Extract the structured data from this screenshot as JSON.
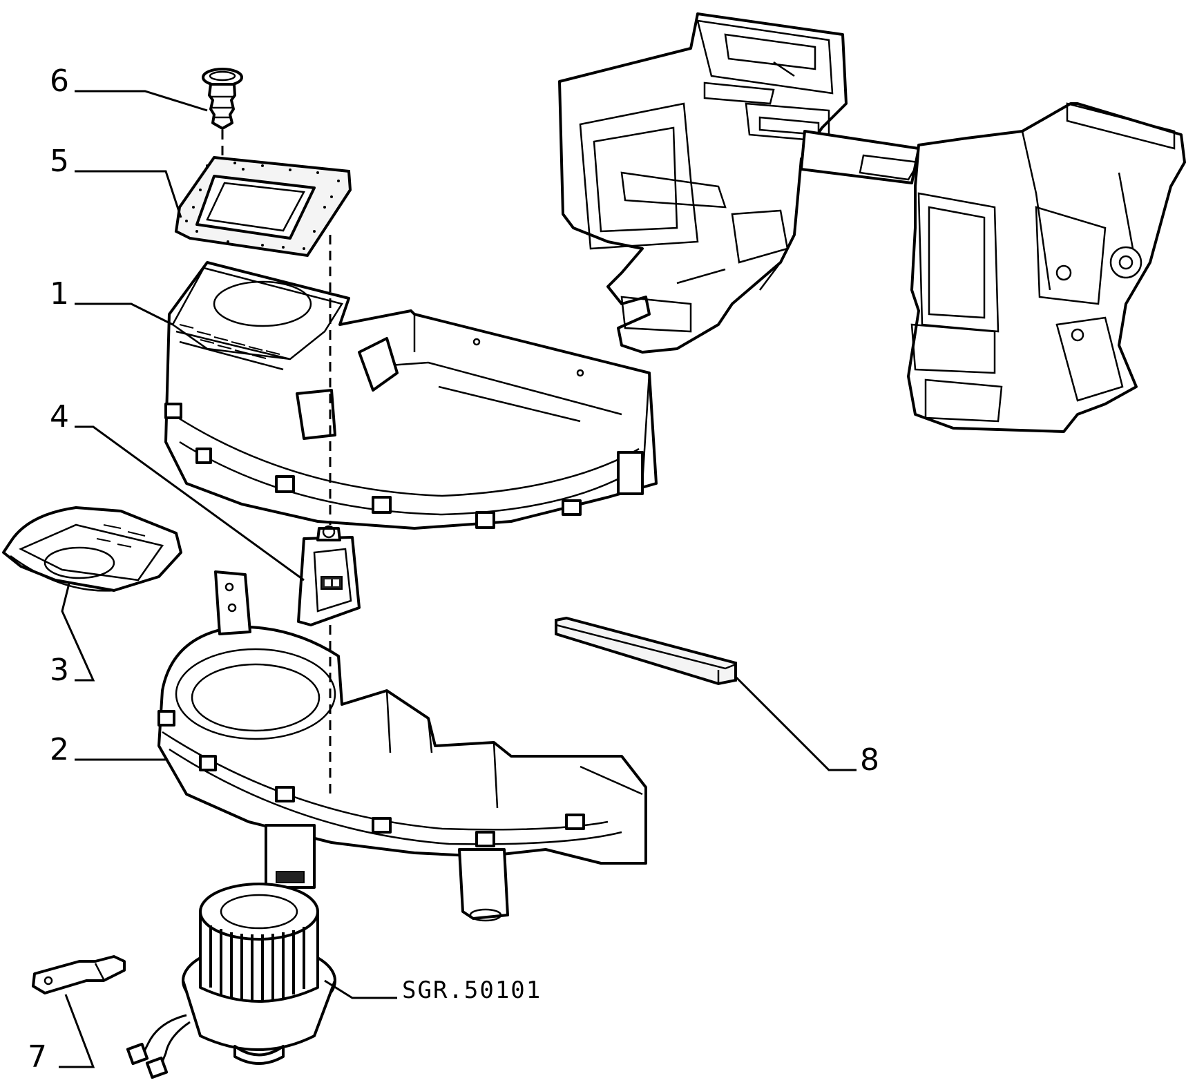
{
  "callouts": {
    "c1": "1",
    "c2": "2",
    "c3": "3",
    "c4": "4",
    "c5": "5",
    "c6": "6",
    "c7": "7",
    "c8": "8"
  },
  "reference_code": "SGR.50101"
}
